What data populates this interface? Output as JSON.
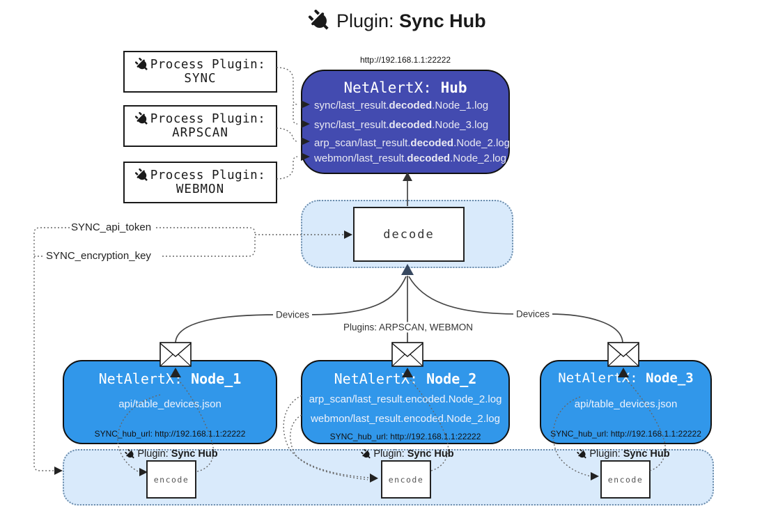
{
  "colors": {
    "hub_fill": "#434bb0",
    "node_fill": "#3197ea",
    "panel_fill": "#d9eafb",
    "panel_border": "#6b8cab",
    "line": "#444444",
    "ink": "#1a1a1a",
    "white_text": "#eef2fb"
  },
  "title": {
    "icon": "plug-icon",
    "prefix": "Plugin: ",
    "name": "Sync Hub"
  },
  "process_plugins": [
    {
      "icon": "plug-icon",
      "label": "Process Plugin:",
      "name": "SYNC"
    },
    {
      "icon": "plug-icon",
      "label": "Process Plugin:",
      "name": "ARPSCAN"
    },
    {
      "icon": "plug-icon",
      "label": "Process Plugin:",
      "name": "WEBMON"
    }
  ],
  "hub": {
    "url": "http://192.168.1.1:22222",
    "title_prefix": "NetAlertX: ",
    "title_name": "Hub",
    "logs": [
      {
        "pre": "sync/last_result.",
        "bold": "decoded",
        "post": ".Node_1.log"
      },
      {
        "pre": "sync/last_result.",
        "bold": "decoded",
        "post": ".Node_3.log"
      },
      {
        "pre": "arp_scan/last_result.",
        "bold": "decoded",
        "post": ".Node_2.log"
      },
      {
        "pre": "webmon/last_result.",
        "bold": "decoded",
        "post": ".Node_2.log"
      }
    ]
  },
  "settings": {
    "api_token": "SYNC_api_token",
    "encryption_key": "SYNC_encryption_key"
  },
  "decode": {
    "label": "decode"
  },
  "edges": {
    "devices_left": "Devices",
    "plugins_mid": "Plugins: ARPSCAN, WEBMON",
    "devices_right": "Devices"
  },
  "nodes": [
    {
      "icon": "envelope-icon",
      "title_prefix": "NetAlertX: ",
      "title_name": "Node_1",
      "files": [
        "api/table_devices.json"
      ],
      "hub_url": "SYNC_hub_url: http://192.168.1.1:22222"
    },
    {
      "icon": "envelope-icon",
      "title_prefix": "NetAlertX: ",
      "title_name": "Node_2",
      "files": [
        "arp_scan/last_result.encoded.Node_2.log",
        "webmon/last_result.encoded.Node_2.log"
      ],
      "hub_url": "SYNC_hub_url: http://192.168.1.1:22222"
    },
    {
      "icon": "envelope-icon",
      "title_prefix": "NetAlertX: ",
      "title_name": "Node_3",
      "files": [
        "api/table_devices.json"
      ],
      "hub_url": "SYNC_hub_url: http://192.168.1.1:22222"
    }
  ],
  "encoders": [
    {
      "icon": "plug-icon",
      "plugin_prefix": "Plugin: ",
      "plugin_name": "Sync Hub",
      "label": "encode"
    },
    {
      "icon": "plug-icon",
      "plugin_prefix": "Plugin: ",
      "plugin_name": "Sync Hub",
      "label": "encode"
    },
    {
      "icon": "plug-icon",
      "plugin_prefix": "Plugin: ",
      "plugin_name": "Sync Hub",
      "label": "encode"
    }
  ]
}
